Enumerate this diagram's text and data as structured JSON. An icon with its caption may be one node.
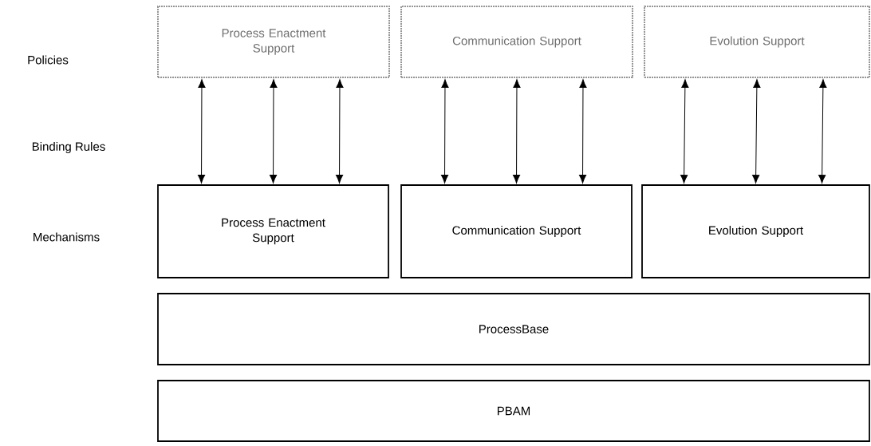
{
  "diagram": {
    "nodes": [
      {
        "text": [
          "Process Enactment Support"
        ]
      },
      {
        "text": [
          "Communication Support"
        ]
      },
      {
        "text": [
          "Evolution Support"
        ]
      },
      {
        "text": [
          "Process Enactment Support"
        ]
      },
      {
        "text": [
          "Communication Support"
        ]
      },
      {
        "text": [
          "Evolution Support"
        ]
      },
      {
        "text": [
          "ProcessBase"
        ]
      },
      {
        "text": [
          "PBAM"
        ]
      }
    ],
    "edges": [
      {
        "from": 0,
        "to": 3,
        "arrow": "both"
      },
      {
        "from": 0,
        "to": 3,
        "arrow": "both"
      },
      {
        "from": 0,
        "to": 3,
        "arrow": "both"
      },
      {
        "from": 1,
        "to": 4,
        "arrow": "both"
      },
      {
        "from": 1,
        "to": 4,
        "arrow": "both"
      },
      {
        "from": 1,
        "to": 4,
        "arrow": "both"
      },
      {
        "from": 2,
        "to": 5,
        "arrow": "both"
      },
      {
        "from": 2,
        "to": 5,
        "arrow": "both"
      },
      {
        "from": 2,
        "to": 5,
        "arrow": "both"
      }
    ],
    "labels": [
      "Policies",
      "Binding Rules",
      "Mechanisms"
    ]
  }
}
